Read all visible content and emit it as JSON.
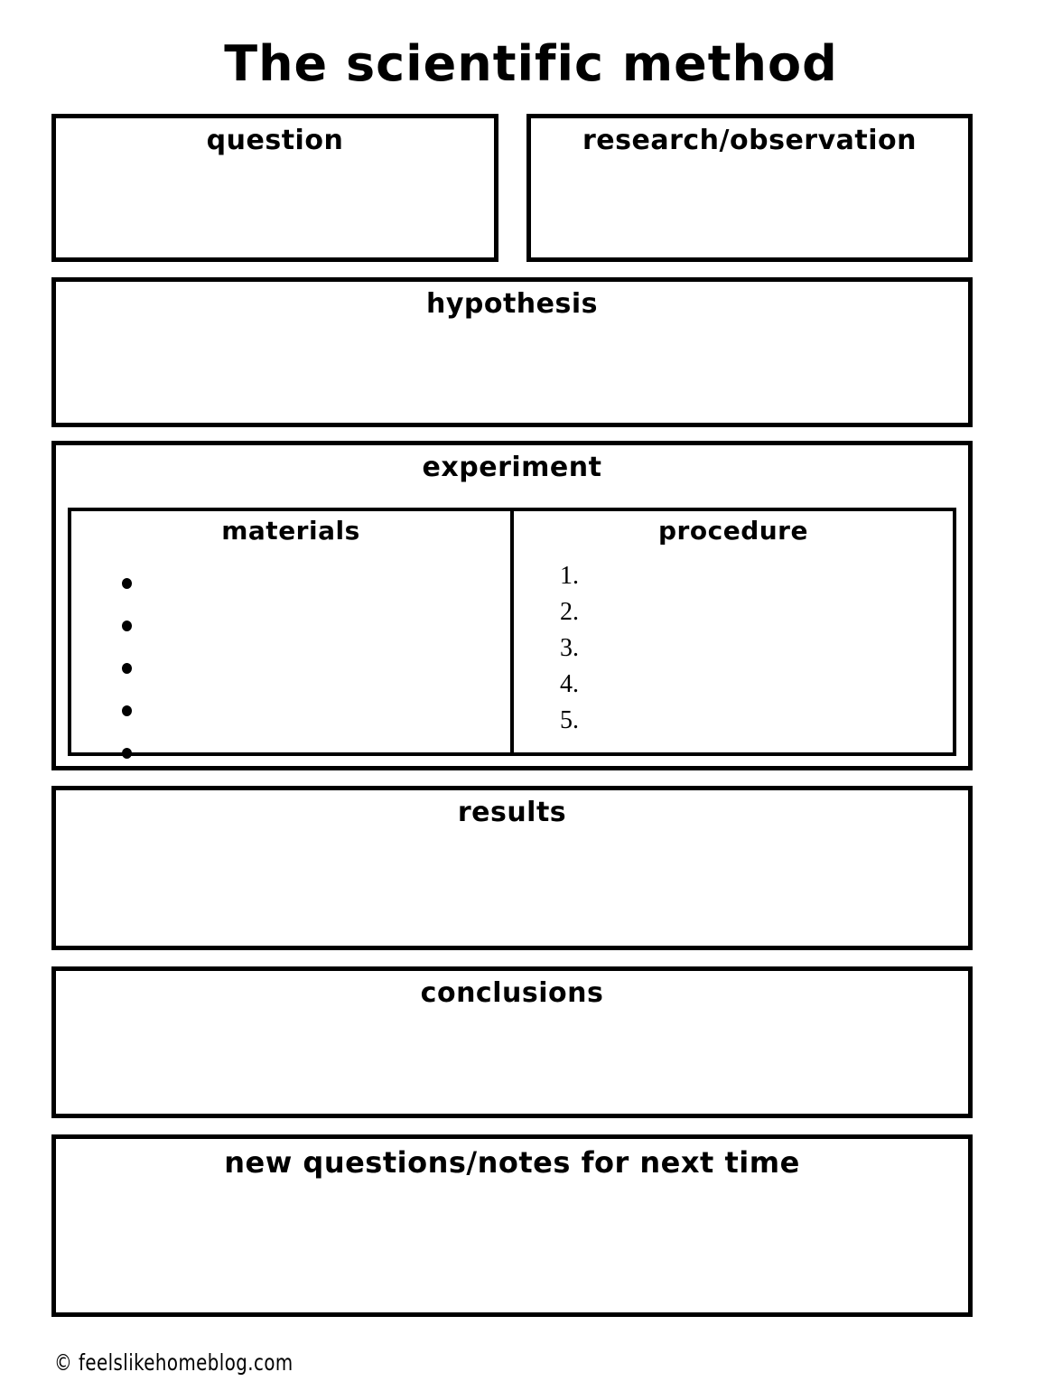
{
  "document": {
    "title": "The scientific method",
    "colors": {
      "ink": "#000000",
      "paper": "#ffffff"
    }
  },
  "sections": {
    "question": {
      "heading": "question"
    },
    "research": {
      "heading": "research/observation"
    },
    "hypothesis": {
      "heading": "hypothesis"
    },
    "experiment": {
      "heading": "experiment",
      "materials": {
        "heading": "materials",
        "bullets": [
          "",
          "",
          "",
          "",
          ""
        ]
      },
      "procedure": {
        "heading": "procedure",
        "items": [
          "1.",
          "2.",
          "3.",
          "4.",
          "5."
        ]
      }
    },
    "results": {
      "heading": "results"
    },
    "conclusions": {
      "heading": "conclusions"
    },
    "new_questions": {
      "heading": "new questions/notes for next time"
    }
  },
  "footer": {
    "credit": "© feelslikehomeblog.com"
  }
}
